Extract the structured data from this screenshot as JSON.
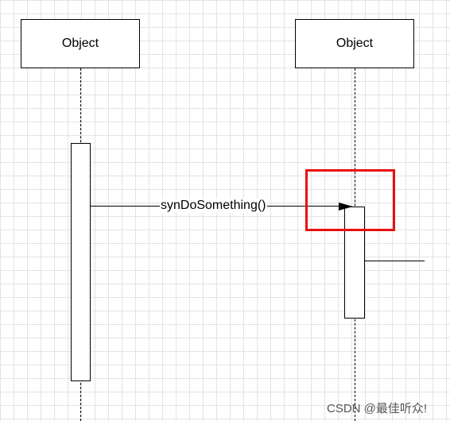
{
  "objects": [
    {
      "label": "Object"
    },
    {
      "label": "Object"
    }
  ],
  "message": {
    "label": "synDoSomething()"
  },
  "highlight_color": "#e81010",
  "watermark": "CSDN @最佳听众!"
}
